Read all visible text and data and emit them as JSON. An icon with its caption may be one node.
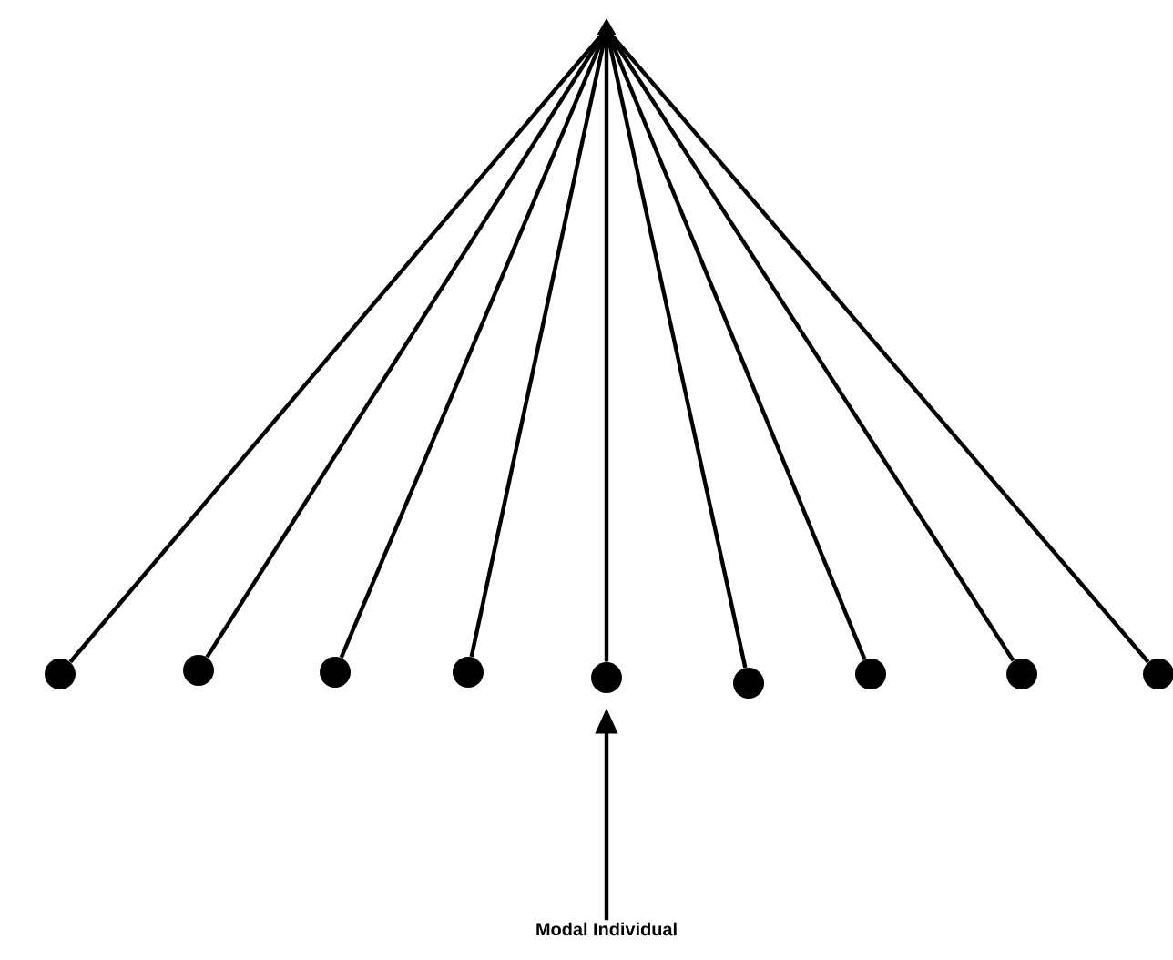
{
  "diagram": {
    "nodes": [
      {
        "text": [],
        "shape": "triangle"
      },
      {
        "text": [],
        "shape": "circle"
      },
      {
        "text": [],
        "shape": "circle"
      },
      {
        "text": [],
        "shape": "circle"
      },
      {
        "text": [],
        "shape": "circle"
      },
      {
        "text": [],
        "shape": "circle"
      },
      {
        "text": [],
        "shape": "circle"
      },
      {
        "text": [],
        "shape": "circle"
      },
      {
        "text": [],
        "shape": "circle"
      },
      {
        "text": [],
        "shape": "circle"
      },
      {
        "text": [
          "Modal Individual"
        ]
      }
    ],
    "edges": [
      {
        "from": 0,
        "to": 1,
        "arrow": "none"
      },
      {
        "from": 0,
        "to": 2,
        "arrow": "none"
      },
      {
        "from": 0,
        "to": 3,
        "arrow": "none"
      },
      {
        "from": 0,
        "to": 4,
        "arrow": "none"
      },
      {
        "from": 0,
        "to": 5,
        "arrow": "none"
      },
      {
        "from": 0,
        "to": 6,
        "arrow": "none"
      },
      {
        "from": 0,
        "to": 7,
        "arrow": "none"
      },
      {
        "from": 0,
        "to": 8,
        "arrow": "none"
      },
      {
        "from": 0,
        "to": 9,
        "arrow": "none"
      },
      {
        "from": 10,
        "to": 5,
        "arrow": "to"
      }
    ]
  }
}
